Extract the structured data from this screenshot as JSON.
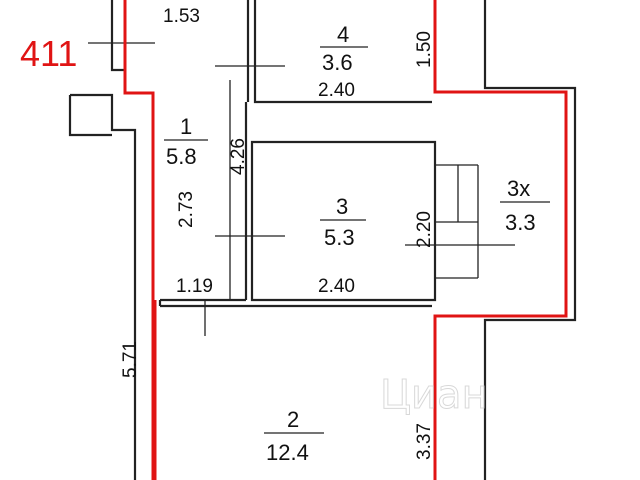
{
  "apartment_number": "411",
  "rooms": [
    {
      "id": "room-1",
      "number": "1",
      "area": "5.8"
    },
    {
      "id": "room-2",
      "number": "2",
      "area": "12.4"
    },
    {
      "id": "room-3",
      "number": "3",
      "area": "5.3"
    },
    {
      "id": "room-3x",
      "number": "3x",
      "area": "3.3"
    },
    {
      "id": "room-4",
      "number": "4",
      "area": "3.6"
    }
  ],
  "dimensions": {
    "top_corridor_width": "1.53",
    "room4_height": "1.50",
    "room4_width": "2.40",
    "corridor_length": "4.26",
    "corridor_height": "2.73",
    "room3_height": "2.20",
    "room3_width": "2.40",
    "passage_width": "1.19",
    "room2_length": "5.71",
    "room2_width": "3.37"
  },
  "watermark": "Циан"
}
